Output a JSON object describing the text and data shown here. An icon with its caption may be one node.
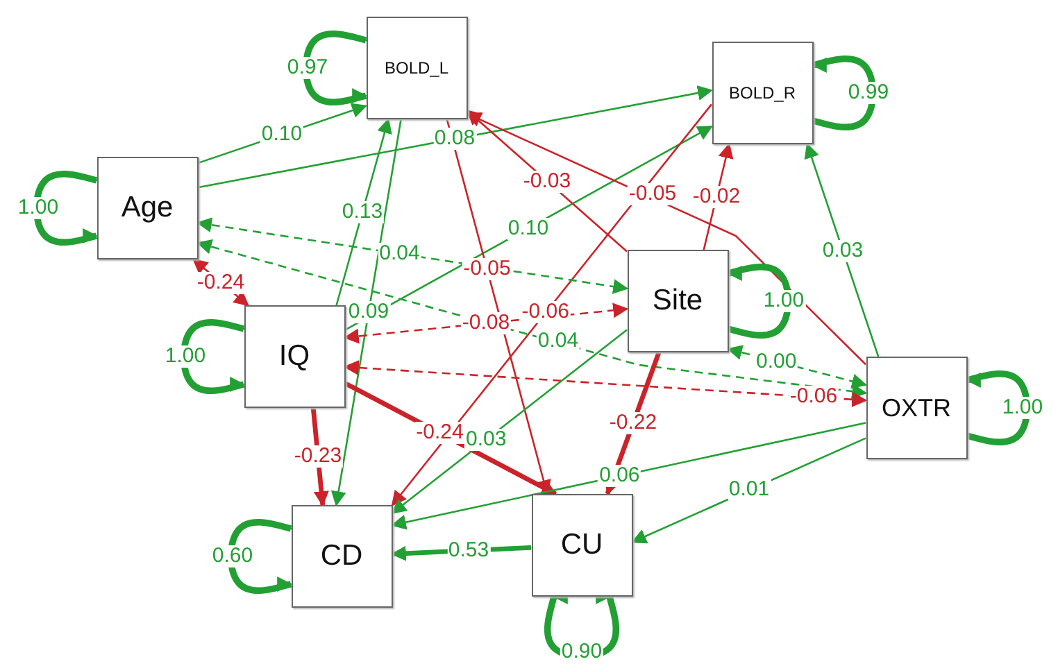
{
  "diagram": {
    "nodes": [
      {
        "text": [
          "Age"
        ]
      },
      {
        "text": [
          "BOLD_L"
        ]
      },
      {
        "text": [
          "BOLD_R"
        ]
      },
      {
        "text": [
          "IQ"
        ]
      },
      {
        "text": [
          "Site"
        ]
      },
      {
        "text": [
          "OXTR"
        ]
      },
      {
        "text": [
          "CD"
        ]
      },
      {
        "text": [
          "CU"
        ]
      }
    ],
    "edges": [
      {
        "from": 0,
        "to": 1,
        "arrow": "to",
        "label": "0.10"
      },
      {
        "from": 0,
        "to": 2,
        "arrow": "to",
        "label": "0.08"
      },
      {
        "from": 3,
        "to": 1,
        "arrow": "to",
        "label": "0.13"
      },
      {
        "from": 3,
        "to": 2,
        "arrow": "to",
        "label": "0.10"
      },
      {
        "from": 1,
        "to": 6,
        "arrow": "to",
        "label": "0.09"
      },
      {
        "from": 1,
        "to": 7,
        "arrow": "to",
        "label": "-0.05",
        "color": "#cc2229"
      },
      {
        "from": 4,
        "to": 1,
        "arrow": "to",
        "label": "-0.03",
        "color": "#cc2229"
      },
      {
        "from": 5,
        "to": 1,
        "arrow": "to",
        "label": "-0.05",
        "color": "#cc2229"
      },
      {
        "from": 4,
        "to": 2,
        "arrow": "to",
        "label": "-0.02",
        "color": "#cc2229"
      },
      {
        "from": 5,
        "to": 2,
        "arrow": "to",
        "label": "0.03"
      },
      {
        "from": 2,
        "to": 6,
        "arrow": "to",
        "label": "-0.06",
        "color": "#cc2229"
      },
      {
        "from": 0,
        "to": 3,
        "arrow": "both",
        "label": "-0.24",
        "color": "#cc2229"
      },
      {
        "from": 0,
        "to": 4,
        "arrow": "both",
        "label": "0.04",
        "style": "dashed"
      },
      {
        "from": 0,
        "to": 5,
        "arrow": "both",
        "label": "0.04",
        "style": "dashed"
      },
      {
        "from": 3,
        "to": 4,
        "arrow": "both",
        "label": "-0.08",
        "style": "dashed",
        "color": "#cc2229"
      },
      {
        "from": 3,
        "to": 5,
        "arrow": "both",
        "label": "-0.06",
        "style": "dashed",
        "color": "#cc2229"
      },
      {
        "from": 4,
        "to": 5,
        "arrow": "both",
        "label": "0.00",
        "style": "dashed"
      },
      {
        "from": 3,
        "to": 6,
        "arrow": "to",
        "label": "-0.23",
        "style": "thick",
        "color": "#cc2229"
      },
      {
        "from": 3,
        "to": 7,
        "arrow": "to",
        "label": "-0.24",
        "style": "thick",
        "color": "#cc2229"
      },
      {
        "from": 4,
        "to": 6,
        "arrow": "to",
        "label": "0.03"
      },
      {
        "from": 4,
        "to": 7,
        "arrow": "to",
        "label": "-0.22",
        "style": "thick",
        "color": "#cc2229"
      },
      {
        "from": 5,
        "to": 6,
        "arrow": "to",
        "label": "0.06"
      },
      {
        "from": 5,
        "to": 7,
        "arrow": "to",
        "label": "0.01"
      },
      {
        "from": 7,
        "to": 6,
        "arrow": "to",
        "label": "0.53",
        "style": "thick"
      },
      {
        "from": 0,
        "to": 0,
        "arrow": "both",
        "label": "1.00",
        "style": "thick"
      },
      {
        "from": 1,
        "to": 1,
        "arrow": "both",
        "label": "0.97",
        "style": "thick"
      },
      {
        "from": 2,
        "to": 2,
        "arrow": "both",
        "label": "0.99",
        "style": "thick"
      },
      {
        "from": 3,
        "to": 3,
        "arrow": "both",
        "label": "1.00",
        "style": "thick"
      },
      {
        "from": 4,
        "to": 4,
        "arrow": "both",
        "label": "1.00",
        "style": "thick"
      },
      {
        "from": 5,
        "to": 5,
        "arrow": "both",
        "label": "1.00",
        "style": "thick"
      },
      {
        "from": 6,
        "to": 6,
        "arrow": "both",
        "label": "0.60",
        "style": "thick"
      },
      {
        "from": 7,
        "to": 7,
        "arrow": "both",
        "label": "0.90",
        "style": "thick"
      }
    ]
  }
}
